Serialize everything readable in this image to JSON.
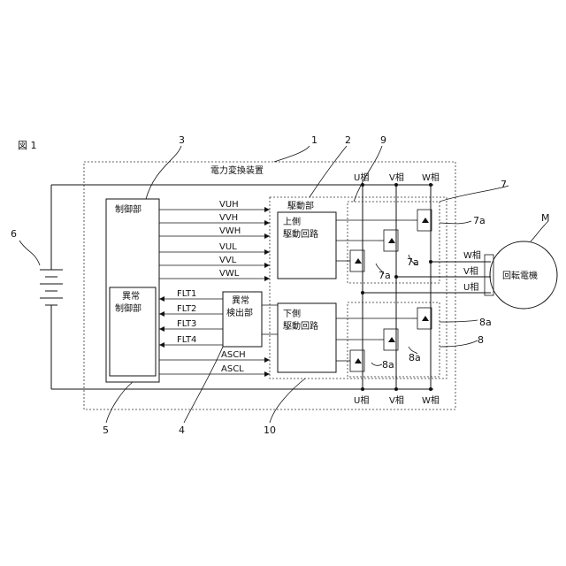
{
  "figure_label": "図 1",
  "labels": {
    "converter": "電力変換装置",
    "control": "制御部",
    "abnormal_control_1": "異常",
    "abnormal_control_2": "制御部",
    "detect_1": "異常",
    "detect_2": "検出部",
    "drive": "駆動部",
    "upper_1": "上側",
    "upper_2": "駆動回路",
    "lower_1": "下側",
    "lower_2": "駆動回路",
    "motor": "回転電機",
    "u_phase": "U相",
    "v_phase": "V相",
    "w_phase": "W相"
  },
  "signals": {
    "vuh": "VUH",
    "vvh": "VVH",
    "vwh": "VWH",
    "vul": "VUL",
    "vvl": "VVL",
    "vwl": "VWL",
    "flt1": "FLT1",
    "flt2": "FLT2",
    "flt3": "FLT3",
    "flt4": "FLT4",
    "asch": "ASCH",
    "ascl": "ASCL"
  },
  "refs": {
    "r1": "1",
    "r2": "2",
    "r3": "3",
    "r4": "4",
    "r5": "5",
    "r6": "6",
    "r7": "7",
    "r7a_1": "7a",
    "r7a_2": "7a",
    "r7a_3": "7a",
    "r8": "8",
    "r8a_1": "8a",
    "r8a_2": "8a",
    "r8a_3": "8a",
    "r9": "9",
    "r10": "10",
    "rM": "M"
  }
}
